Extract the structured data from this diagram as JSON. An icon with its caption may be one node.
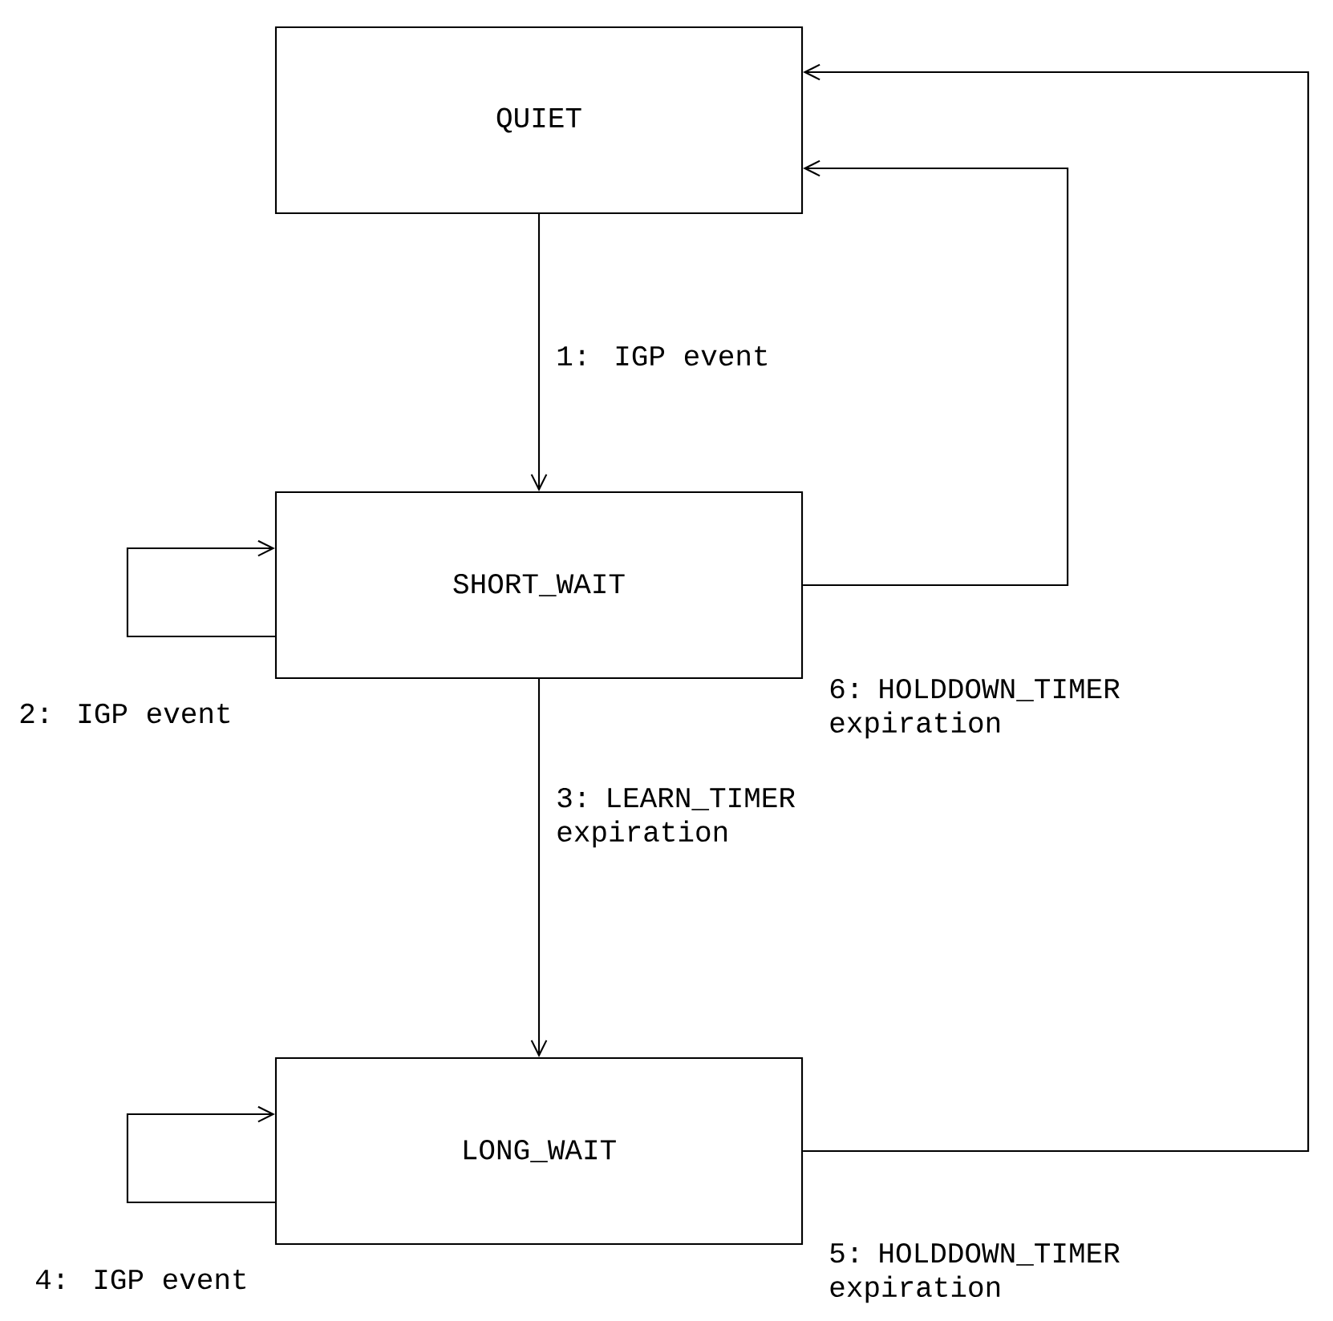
{
  "diagram": {
    "nodes": [
      {
        "text": [
          "QUIET"
        ]
      },
      {
        "text": [
          "SHORT_WAIT"
        ]
      },
      {
        "text": [
          "LONG_WAIT"
        ]
      }
    ],
    "edges": [
      {
        "from": 0,
        "to": 1,
        "arrow": "to",
        "label": "1: IGP event"
      },
      {
        "from": 1,
        "to": 1,
        "arrow": "to",
        "label": "2: IGP event"
      },
      {
        "from": 1,
        "to": 2,
        "arrow": "to",
        "label": "3: LEARN_TIMER expiration"
      },
      {
        "from": 2,
        "to": 2,
        "arrow": "to",
        "label": "4: IGP event"
      },
      {
        "from": 2,
        "to": 0,
        "arrow": "to",
        "label": "5: HOLDDOWN_TIMER expiration"
      },
      {
        "from": 1,
        "to": 0,
        "arrow": "to",
        "label": "6: HOLDDOWN_TIMER expiration"
      }
    ]
  }
}
